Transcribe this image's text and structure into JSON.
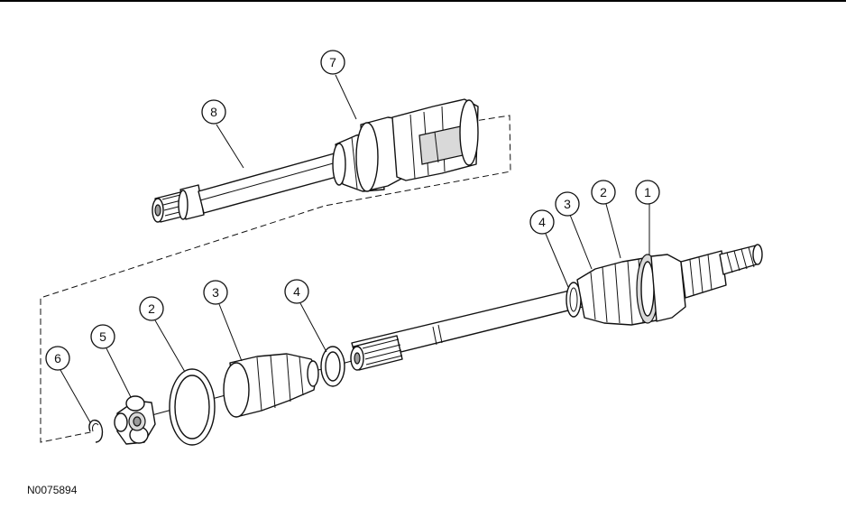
{
  "figure": {
    "id_label": "N0075894"
  },
  "callouts": [
    {
      "number": "1",
      "part": "outer-joint"
    },
    {
      "number": "2",
      "part": "boot-clamp-outer"
    },
    {
      "number": "3",
      "part": "boot-outer"
    },
    {
      "number": "4",
      "part": "snap-ring-outer"
    },
    {
      "number": "4",
      "part": "snap-ring-inner"
    },
    {
      "number": "3",
      "part": "boot-inner"
    },
    {
      "number": "2",
      "part": "boot-clamp-inner"
    },
    {
      "number": "5",
      "part": "tripod-spider"
    },
    {
      "number": "6",
      "part": "circlip"
    },
    {
      "number": "7",
      "part": "inner-joint-housing"
    },
    {
      "number": "8",
      "part": "intermediate-shaft"
    }
  ]
}
